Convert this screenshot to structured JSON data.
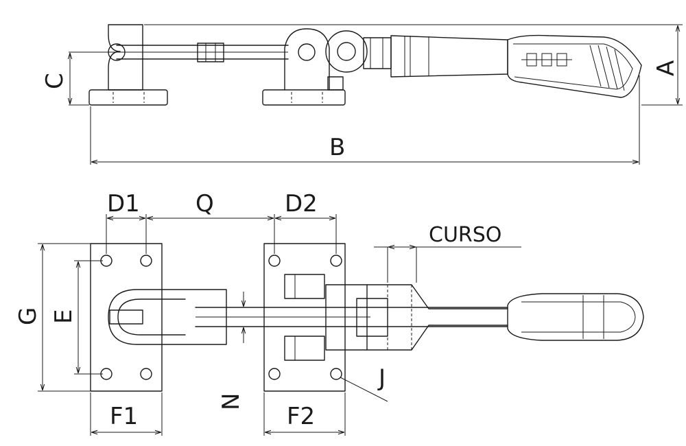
{
  "labels": {
    "A": "A",
    "B": "B",
    "C": "C",
    "D1": "D1",
    "Q": "Q",
    "D2": "D2",
    "curso": "CURSO",
    "G": "G",
    "E": "E",
    "N": "N",
    "J": "J",
    "F1": "F1",
    "F2": "F2"
  }
}
